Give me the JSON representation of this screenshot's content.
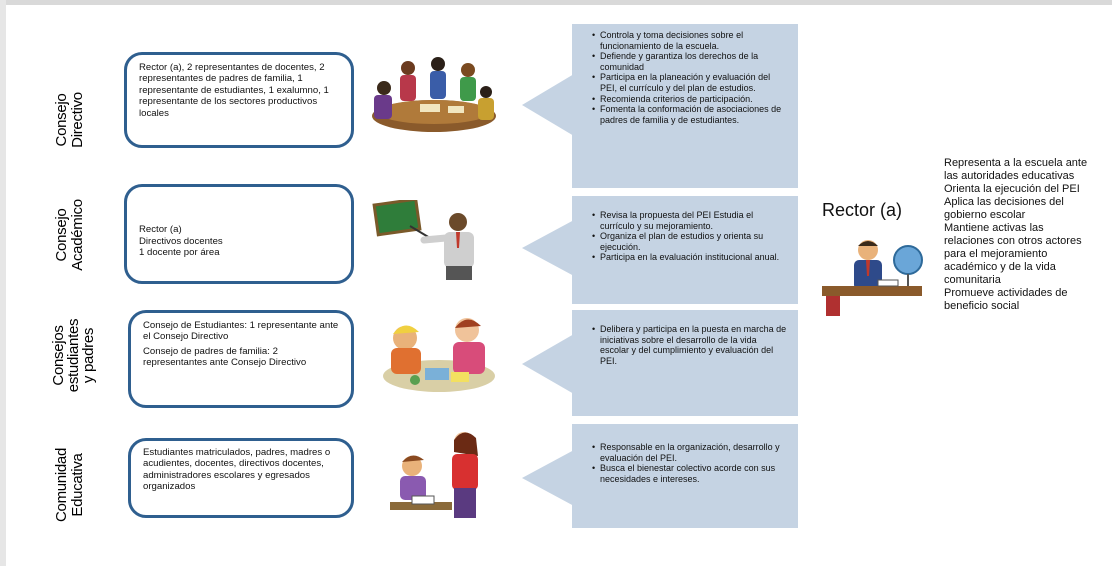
{
  "rows": [
    {
      "label": "Consejo\nDirectivo",
      "members": [
        "Rector (a), 2 representantes de docentes, 2 representantes de padres de familia, 1 representante de estudiantes, 1 exalumno, 1 representante de los sectores productivos locales"
      ],
      "functions": [
        "Controla y toma decisiones sobre el funcionamiento de la escuela.",
        "Defiende y garantiza los derechos de la comunidad",
        "Participa en la planeación y evaluación del PEI, el currículo y del plan de estudios.",
        "Recomienda criterios de participación.",
        "Fomenta la conformación de asociaciones de padres de familia y de estudiantes."
      ]
    },
    {
      "label": "Consejo\nAcadémico",
      "members": [
        "Rector (a)\nDirectivos docentes\n1 docente por área"
      ],
      "functions": [
        "Revisa la propuesta del PEI Estudia el currículo y su mejoramiento.",
        "Organiza el plan de estudios y orienta su ejecución.",
        "Participa en la evaluación institucional anual."
      ]
    },
    {
      "label": "Consejos\nestudiantes\ny padres",
      "members": [
        "Consejo de Estudiantes: 1 representante ante el Consejo Directivo",
        "Consejo de padres de familia: 2 representantes ante Consejo Directivo"
      ],
      "functions": [
        "Delibera y participa en la puesta en marcha de iniciativas sobre el desarrollo de la vida escolar y del cumplimiento y evaluación del PEI."
      ]
    },
    {
      "label": "Comunidad\nEducativa",
      "members": [
        "Estudiantes matriculados, padres, madres o acudientes, docentes, directivos docentes, administradores escolares y egresados organizados"
      ],
      "functions": [
        "Responsable en la organización, desarrollo y evaluación del PEI.",
        "Busca el bienestar colectivo acorde con sus necesidades e intereses."
      ]
    }
  ],
  "rector": {
    "title": "Rector (a)",
    "roles": [
      "Representa a la escuela ante las autoridades educativas",
      "Orienta la ejecución del PEI",
      "Aplica las decisiones del gobierno escolar",
      "Mantiene activas las relaciones con otros actores para el mejoramiento académico y de la vida comunitaria",
      "Promueve actividades de beneficio social"
    ]
  },
  "colors": {
    "box_border": "#2f5f8f",
    "panel": "#c5d3e3",
    "arrow": "#c5d3e3"
  }
}
